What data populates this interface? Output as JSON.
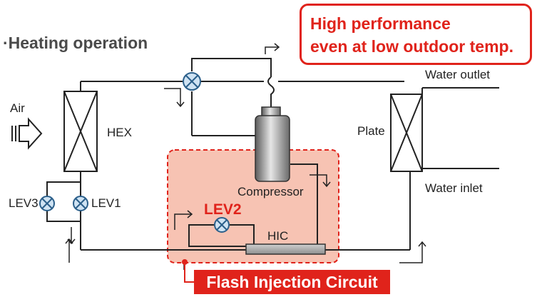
{
  "title": "·Heating operation",
  "callout": {
    "line1": "High performance",
    "line2": "even at low outdoor temp."
  },
  "labels": {
    "air": "Air",
    "hex": "HEX",
    "lev3": "LEV3",
    "lev1": "LEV1",
    "lev2": "LEV2",
    "compressor": "Compressor",
    "hic": "HIC",
    "plate": "Plate",
    "water_outlet": "Water outlet",
    "water_inlet": "Water inlet"
  },
  "banner": "Flash Injection Circuit",
  "colors": {
    "accent": "#e0231b",
    "injection_zone_fill": "#f7c3b3",
    "line": "#222222"
  }
}
